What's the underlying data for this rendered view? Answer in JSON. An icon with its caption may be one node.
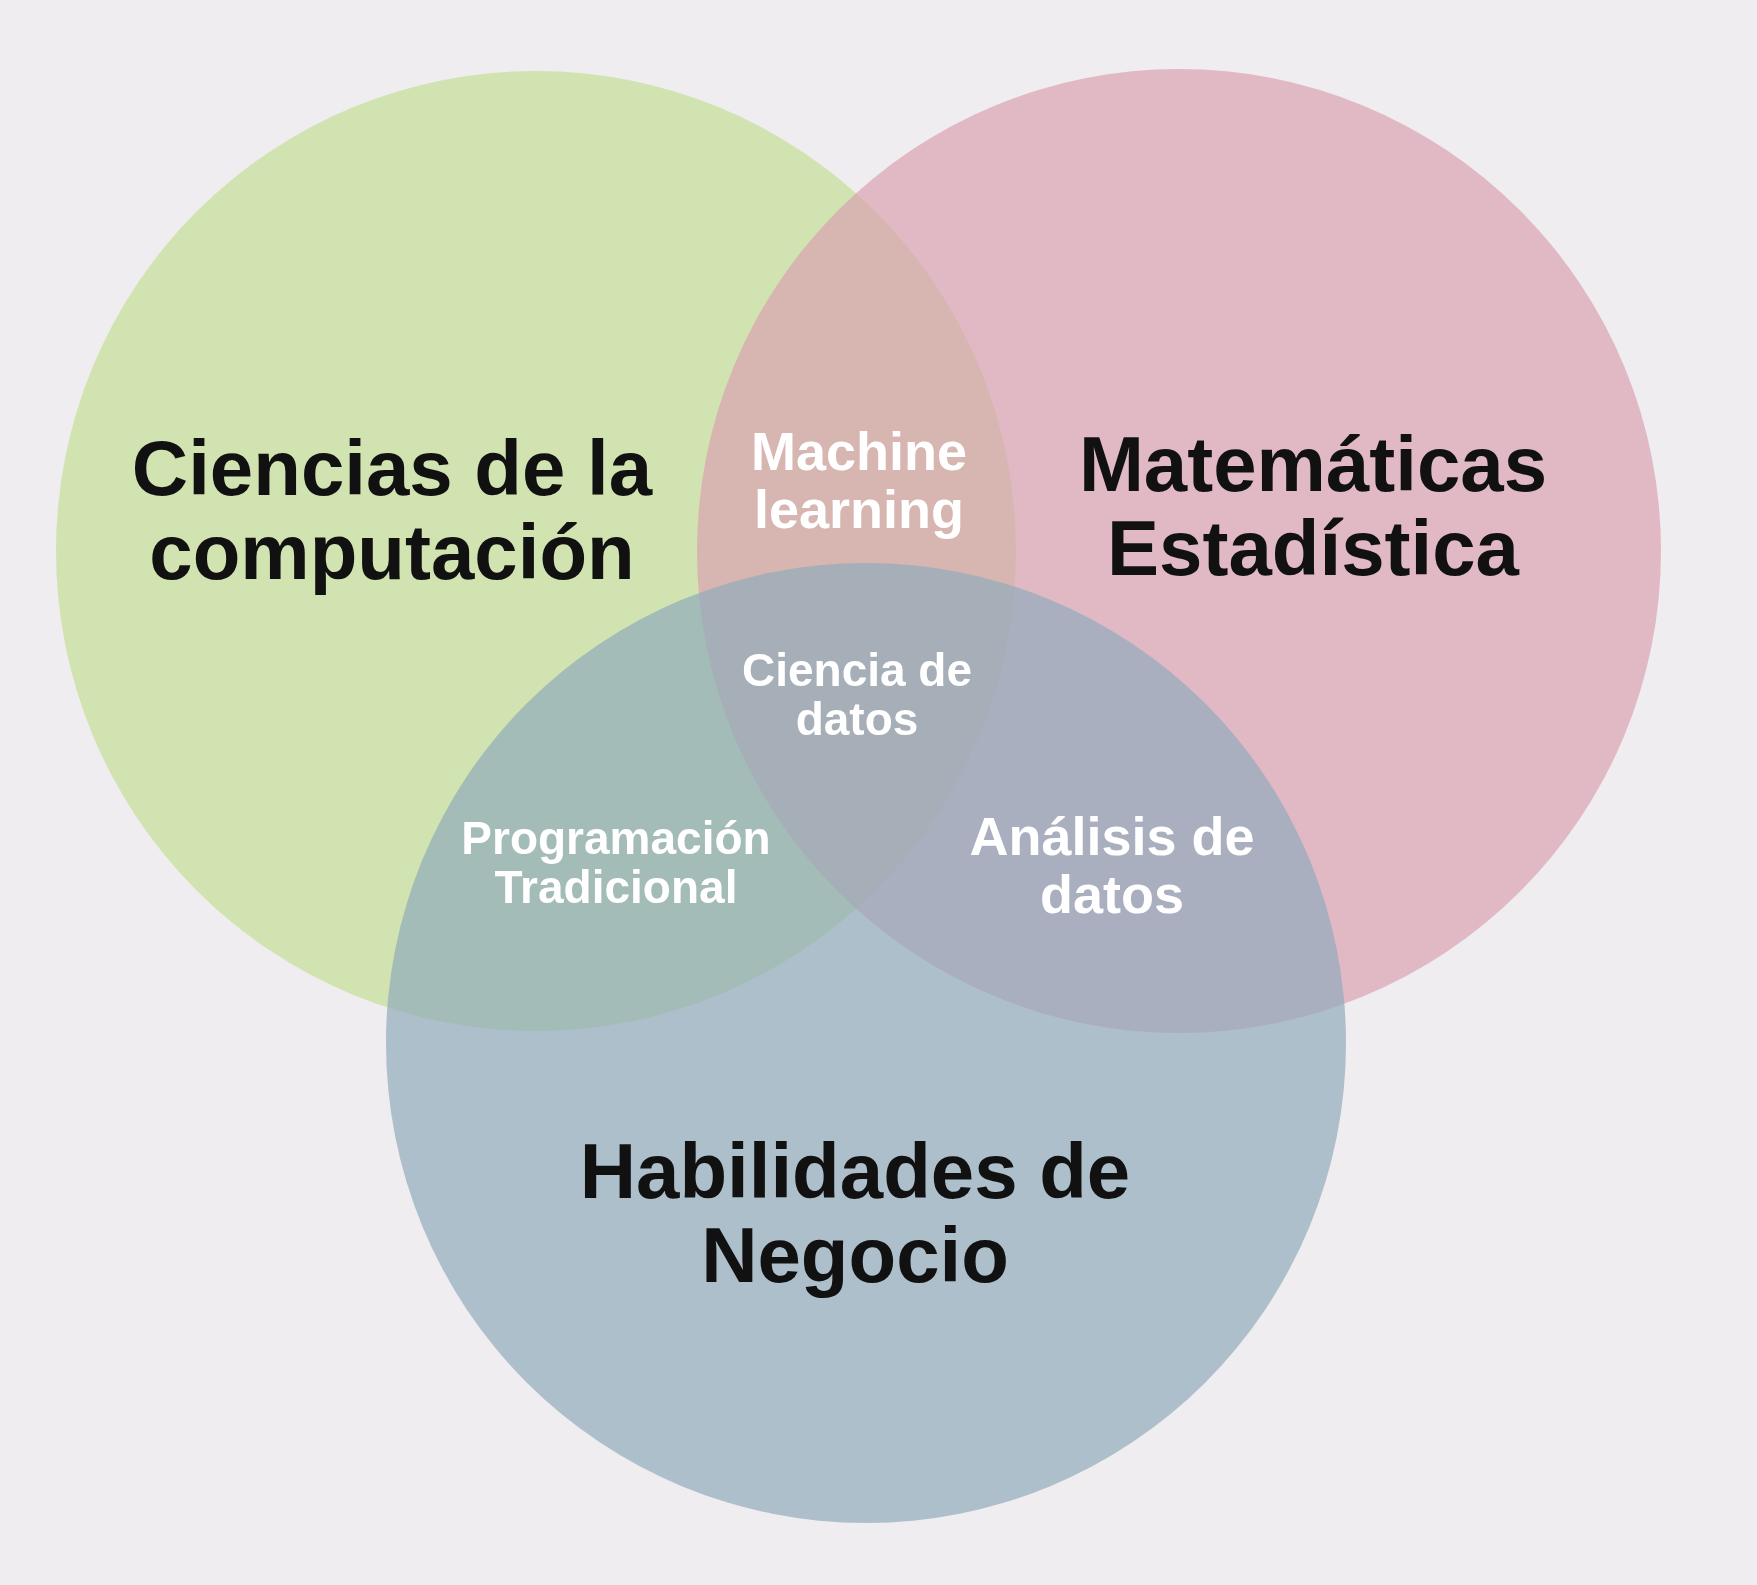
{
  "diagram": {
    "nodes": [
      {
        "text": [
          "Ciencias de la computación"
        ]
      },
      {
        "text": [
          "Matemáticas Estadística"
        ]
      },
      {
        "text": [
          "Habilidades de Negocio"
        ]
      }
    ],
    "labels": [
      "Machine learning",
      "Ciencia de datos",
      "Programación Tradicional",
      "Análisis de datos"
    ]
  }
}
